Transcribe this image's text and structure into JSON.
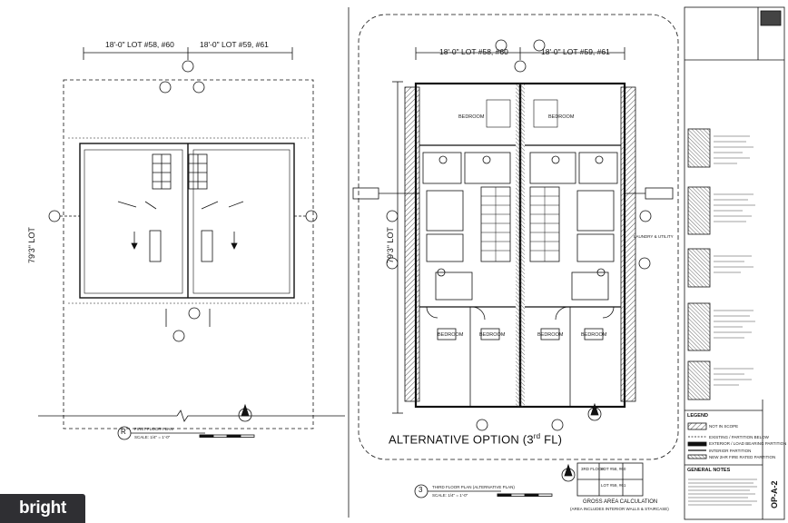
{
  "left_plan": {
    "lot_left": "18'-0\" LOT #58, #60",
    "lot_right": "18'-0\" LOT #59, #61",
    "lot_depth": "79'3\" LOT",
    "plan_marker": "R",
    "plan_title": "FIRST FLOOR PLAN",
    "plan_scale": "SCALE: 1/4\" = 1'-0\""
  },
  "right_plan": {
    "lot_left": "18'-0\" LOT #58, #60",
    "lot_right": "18'-0\" LOT #59, #61",
    "lot_depth": "79'3\" LOT",
    "alt_title": "ALTERNATIVE OPTION (3",
    "alt_sup": "rd",
    "alt_end": " FL)",
    "plan_marker": "3",
    "plan_title": "THIRD FLOOR PLAN (ALTERNATIVE PLAN)",
    "plan_scale": "SCALE: 1/4\" = 1'-0\"",
    "rooms": [
      "BEDROOM",
      "BEDROOM",
      "BEDROOM",
      "BEDROOM",
      "BEDROOM",
      "BEDROOM"
    ],
    "laundry": "LAUNDRY & UTILITY"
  },
  "gross_area": {
    "floor_label": "3RD FLOOR",
    "lot_a": "LOT #58, #60",
    "lot_b": "LOT #59, #61",
    "title": "GROSS AREA CALCULATION",
    "subtitle": "(AREA INCLUDES INTERIOR WALLS & STAIRCASE)"
  },
  "title_block": {
    "legend_heading": "LEGEND",
    "legend_items": [
      "NOT IN SCOPE",
      "EXISTING / PARTITION BELOW",
      "EXTERIOR / LOAD BEARING PARTITION",
      "INTERIOR PARTITION",
      "NEW 2HR FIRE RATED PARTITION"
    ],
    "general_notes_heading": "GENERAL NOTES",
    "sheet_number": "OP-A-2"
  },
  "watermark": "bright",
  "colors": {
    "line": "#111111",
    "hatch": "#555555",
    "watermark_bg": "#2f2f33"
  }
}
